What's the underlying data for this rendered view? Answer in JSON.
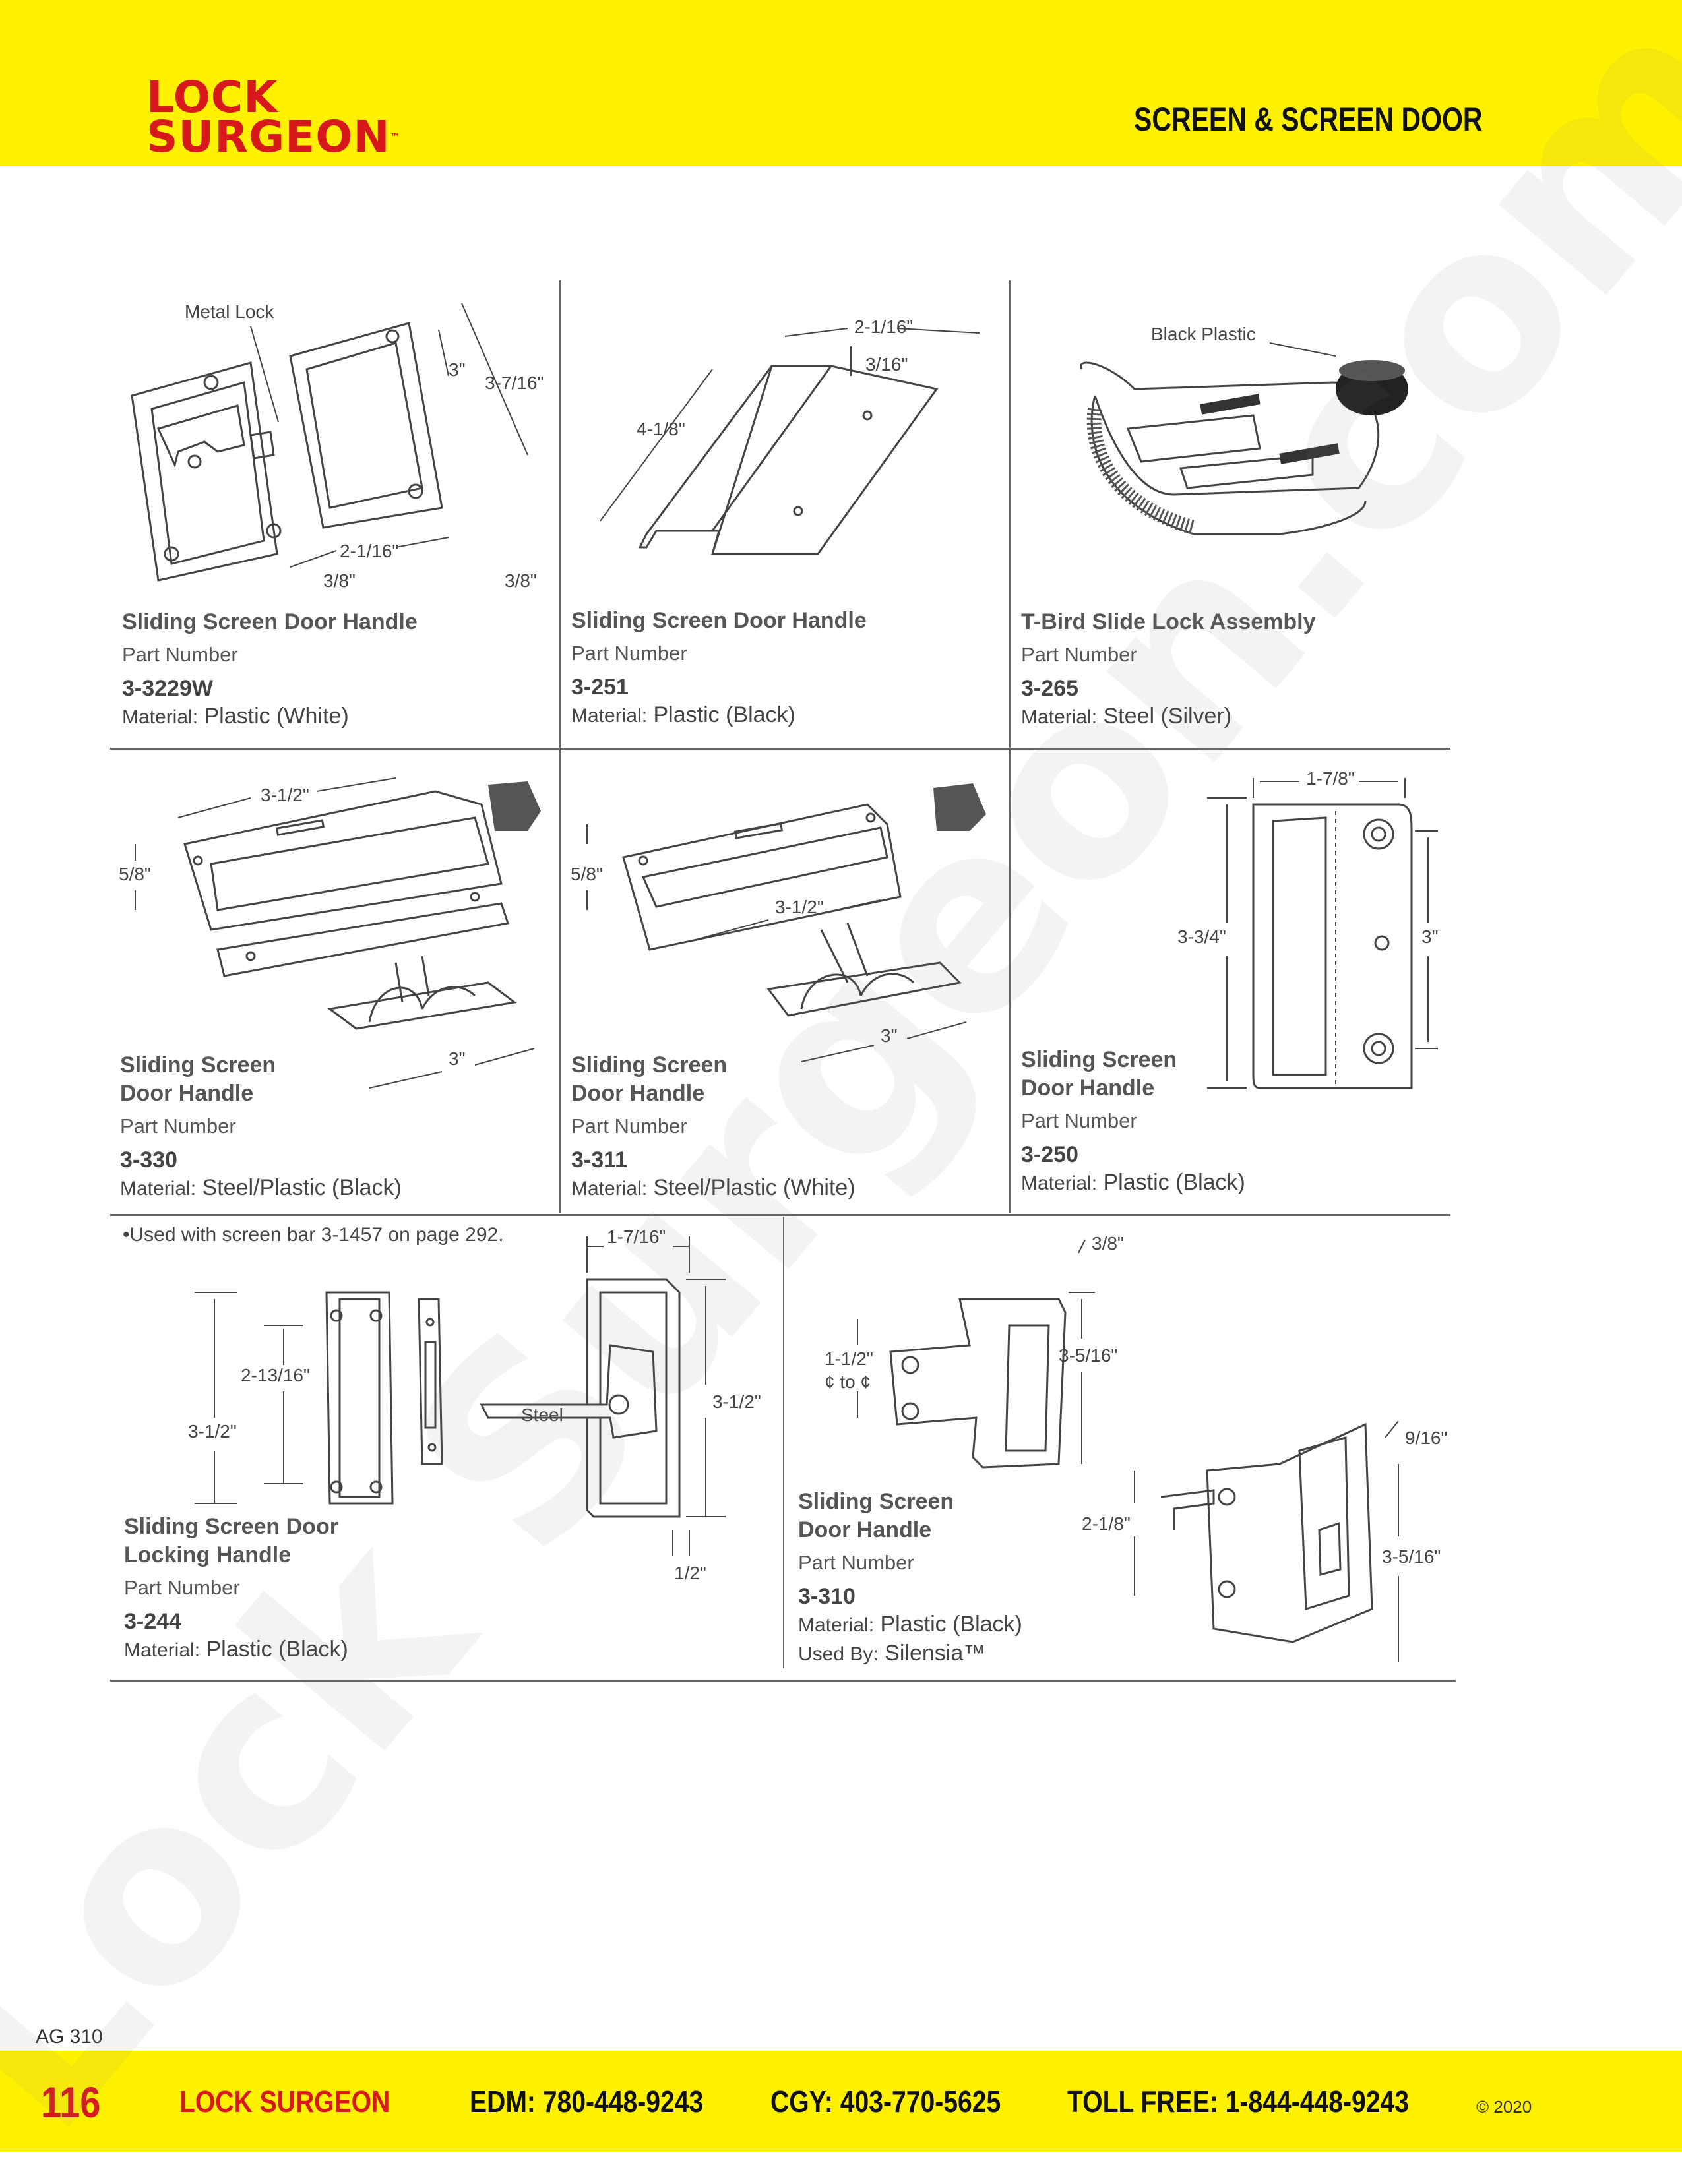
{
  "header": {
    "logo_line1": "LOCK",
    "logo_line2": "SURGEON",
    "logo_tm": "™",
    "section_title": "SCREEN & SCREEN DOOR"
  },
  "watermark": "Lock Surgeon.com",
  "products": [
    {
      "name": "Sliding Screen Door Handle",
      "part_label": "Part Number",
      "part_number": "3-3229W",
      "material_label": "Material:",
      "material": "Plastic (White)",
      "callouts": [
        "Metal Lock",
        "3\"",
        "3-7/16\"",
        "2-1/16\"",
        "3/8\"",
        "3/8\""
      ]
    },
    {
      "name": "Sliding Screen Door Handle",
      "part_label": "Part Number",
      "part_number": "3-251",
      "material_label": "Material:",
      "material": "Plastic (Black)",
      "callouts": [
        "2-1/16\"",
        "3/16\"",
        "4-1/8\""
      ]
    },
    {
      "name": "T-Bird Slide Lock Assembly",
      "part_label": "Part Number",
      "part_number": "3-265",
      "material_label": "Material:",
      "material": "Steel (Silver)",
      "callouts": [
        "Black Plastic"
      ]
    },
    {
      "name_line1": "Sliding Screen",
      "name_line2": "Door Handle",
      "part_label": "Part Number",
      "part_number": "3-330",
      "material_label": "Material:",
      "material": "Steel/Plastic (Black)",
      "callouts": [
        "3-1/2\"",
        "5/8\"",
        "3\""
      ]
    },
    {
      "name_line1": "Sliding Screen",
      "name_line2": "Door Handle",
      "part_label": "Part Number",
      "part_number": "3-311",
      "material_label": "Material:",
      "material": "Steel/Plastic (White)",
      "callouts": [
        "5/8\"",
        "3-1/2\"",
        "3\""
      ]
    },
    {
      "name_line1": "Sliding Screen",
      "name_line2": "Door Handle",
      "part_label": "Part Number",
      "part_number": "3-250",
      "material_label": "Material:",
      "material": "Plastic (Black)",
      "callouts": [
        "1-7/8\"",
        "3-3/4\"",
        "3\""
      ]
    },
    {
      "name_line1": "Sliding Screen Door",
      "name_line2": "Locking Handle",
      "part_label": "Part Number",
      "part_number": "3-244",
      "material_label": "Material:",
      "material": "Plastic (Black)",
      "note": "•Used with screen bar 3-1457 on page 292.",
      "callouts": [
        "1-7/16\"",
        "2-13/16\"",
        "3-1/2\"",
        "Steel",
        "3-1/2\"",
        "1/2\""
      ]
    },
    {
      "name_line1": "Sliding Screen",
      "name_line2": "Door Handle",
      "part_label": "Part Number",
      "part_number": "3-310",
      "material_label": "Material:",
      "material": "Plastic (Black)",
      "used_label": "Used By:",
      "used_by": "Silensia™",
      "callouts": [
        "3/8\"",
        "1-1/2\"",
        "¢ to ¢",
        "3-5/16\"",
        "9/16\"",
        "2-1/8\"",
        "3-5/16\""
      ]
    }
  ],
  "footer": {
    "ag_code": "AG 310",
    "page_number": "116",
    "brand": "LOCK SURGEON",
    "edm": "EDM: 780-448-9243",
    "cgy": "CGY: 403-770-5625",
    "toll_free": "TOLL FREE: 1-844-448-9243",
    "copyright": "© 2020"
  },
  "colors": {
    "brand_yellow": "#fff200",
    "brand_red": "#d7191c"
  }
}
